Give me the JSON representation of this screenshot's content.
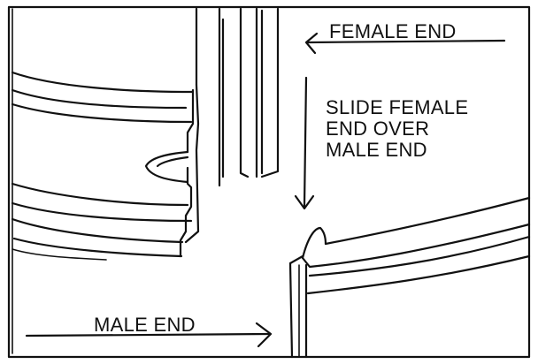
{
  "labels": {
    "female_end": "FEMALE END",
    "instruction_lines": [
      "SLIDE FEMALE",
      "END OVER",
      "MALE END"
    ],
    "male_end": "MALE END"
  },
  "colors": {
    "ink": "#111111",
    "paper": "#ffffff"
  }
}
